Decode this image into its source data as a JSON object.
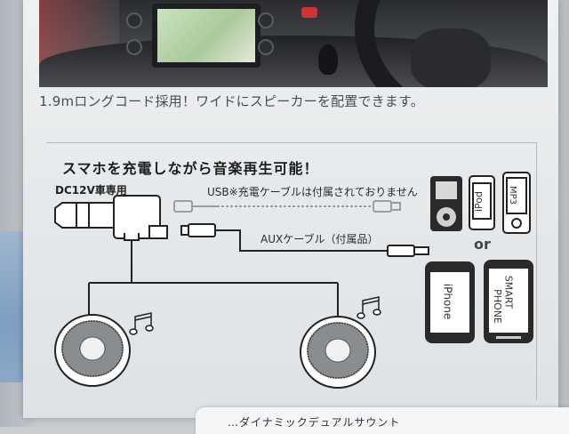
{
  "caption": "1.9mロングコード採用！ワイドにスピーカーを配置できます。",
  "diagram": {
    "headline": "スマホを充電しながら音楽再生可能！",
    "charger_label": "DC12V車専用",
    "usb_label": "USB※充電ケーブルは付属されておりません",
    "aux_label": "AUXケーブル（付属品）",
    "or_label": "or",
    "devices": {
      "ipod_label": "iPod",
      "mp3_label": "MP3",
      "iphone_label": "iPhone",
      "smartphone_label_line1": "SMART",
      "smartphone_label_line2": "PHONE"
    }
  },
  "bottom_text": "…ダイナミックデュアルサウント",
  "colors": {
    "package_background": "#e8eaec",
    "line_art": "#222222",
    "cable_gray": "#9a9da0",
    "speaker_grille": "#8a8d90"
  }
}
